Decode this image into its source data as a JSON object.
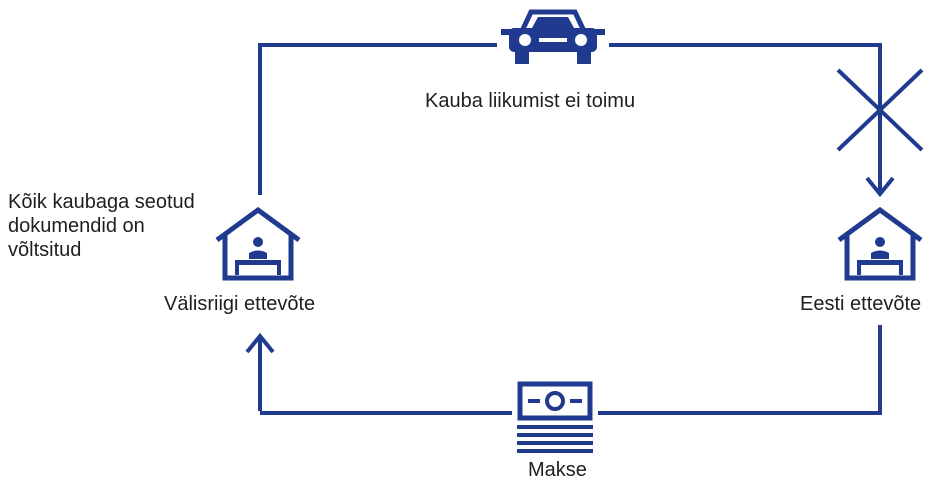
{
  "colors": {
    "line": "#1f3a8f",
    "text": "#1f1f1f"
  },
  "labels": {
    "top_flow": "Kauba liikumist ei toimu",
    "foreign_company": "Välisriigi ettevõte",
    "estonian_company": "Eesti ettevõte",
    "payment": "Makse",
    "note": [
      "Kõik kaubaga seotud",
      "dokumendid on",
      "võltsitud"
    ]
  },
  "icons": {
    "vehicle": "car-icon",
    "foreign_building": "office-building-icon",
    "estonian_building": "office-building-icon",
    "payment": "banknote-icon",
    "blocked": "cross-icon"
  }
}
